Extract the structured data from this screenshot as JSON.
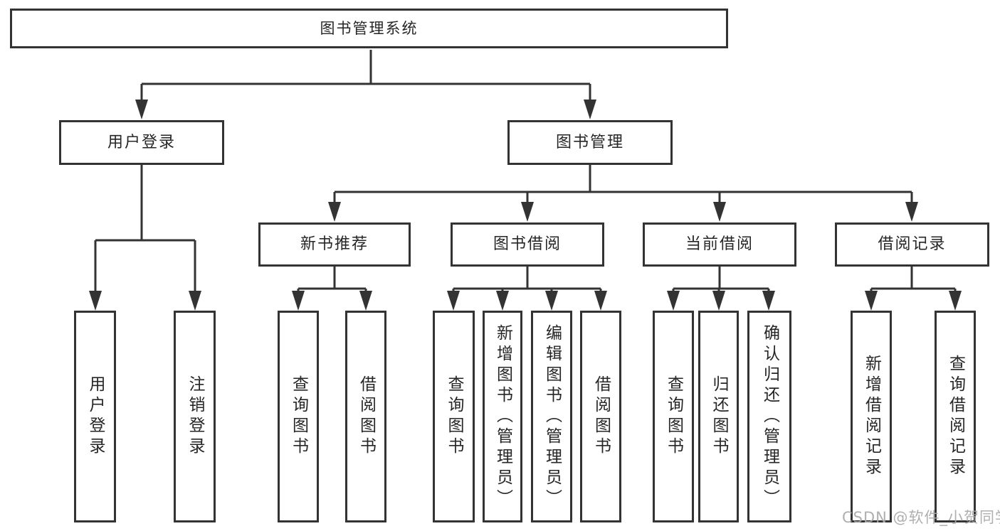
{
  "diagram": {
    "root": "图书管理系统",
    "branches": [
      {
        "label": "用户登录",
        "children": [
          {
            "label": "用户登录"
          },
          {
            "label": "注销登录"
          }
        ]
      },
      {
        "label": "图书管理",
        "groups": [
          {
            "label": "新书推荐",
            "children": [
              {
                "label": "查询图书"
              },
              {
                "label": "借阅图书"
              }
            ]
          },
          {
            "label": "图书借阅",
            "children": [
              {
                "label": "查询图书"
              },
              {
                "label": "新增图书（管理员）"
              },
              {
                "label": "编辑图书（管理员）"
              },
              {
                "label": "借阅图书"
              }
            ]
          },
          {
            "label": "当前借阅",
            "children": [
              {
                "label": "查询图书"
              },
              {
                "label": "归还图书"
              },
              {
                "label": "确认归还（管理员）"
              }
            ]
          },
          {
            "label": "借阅记录",
            "children": [
              {
                "label": "新增借阅记录"
              },
              {
                "label": "查询借阅记录"
              }
            ]
          }
        ]
      }
    ]
  },
  "watermark": {
    "text": "CSDN @软件_小贺同学"
  },
  "colors": {
    "line": "#333333",
    "box_border": "#333333",
    "text": "#262626",
    "watermark": "#a8a8a8",
    "background": "#ffffff"
  }
}
